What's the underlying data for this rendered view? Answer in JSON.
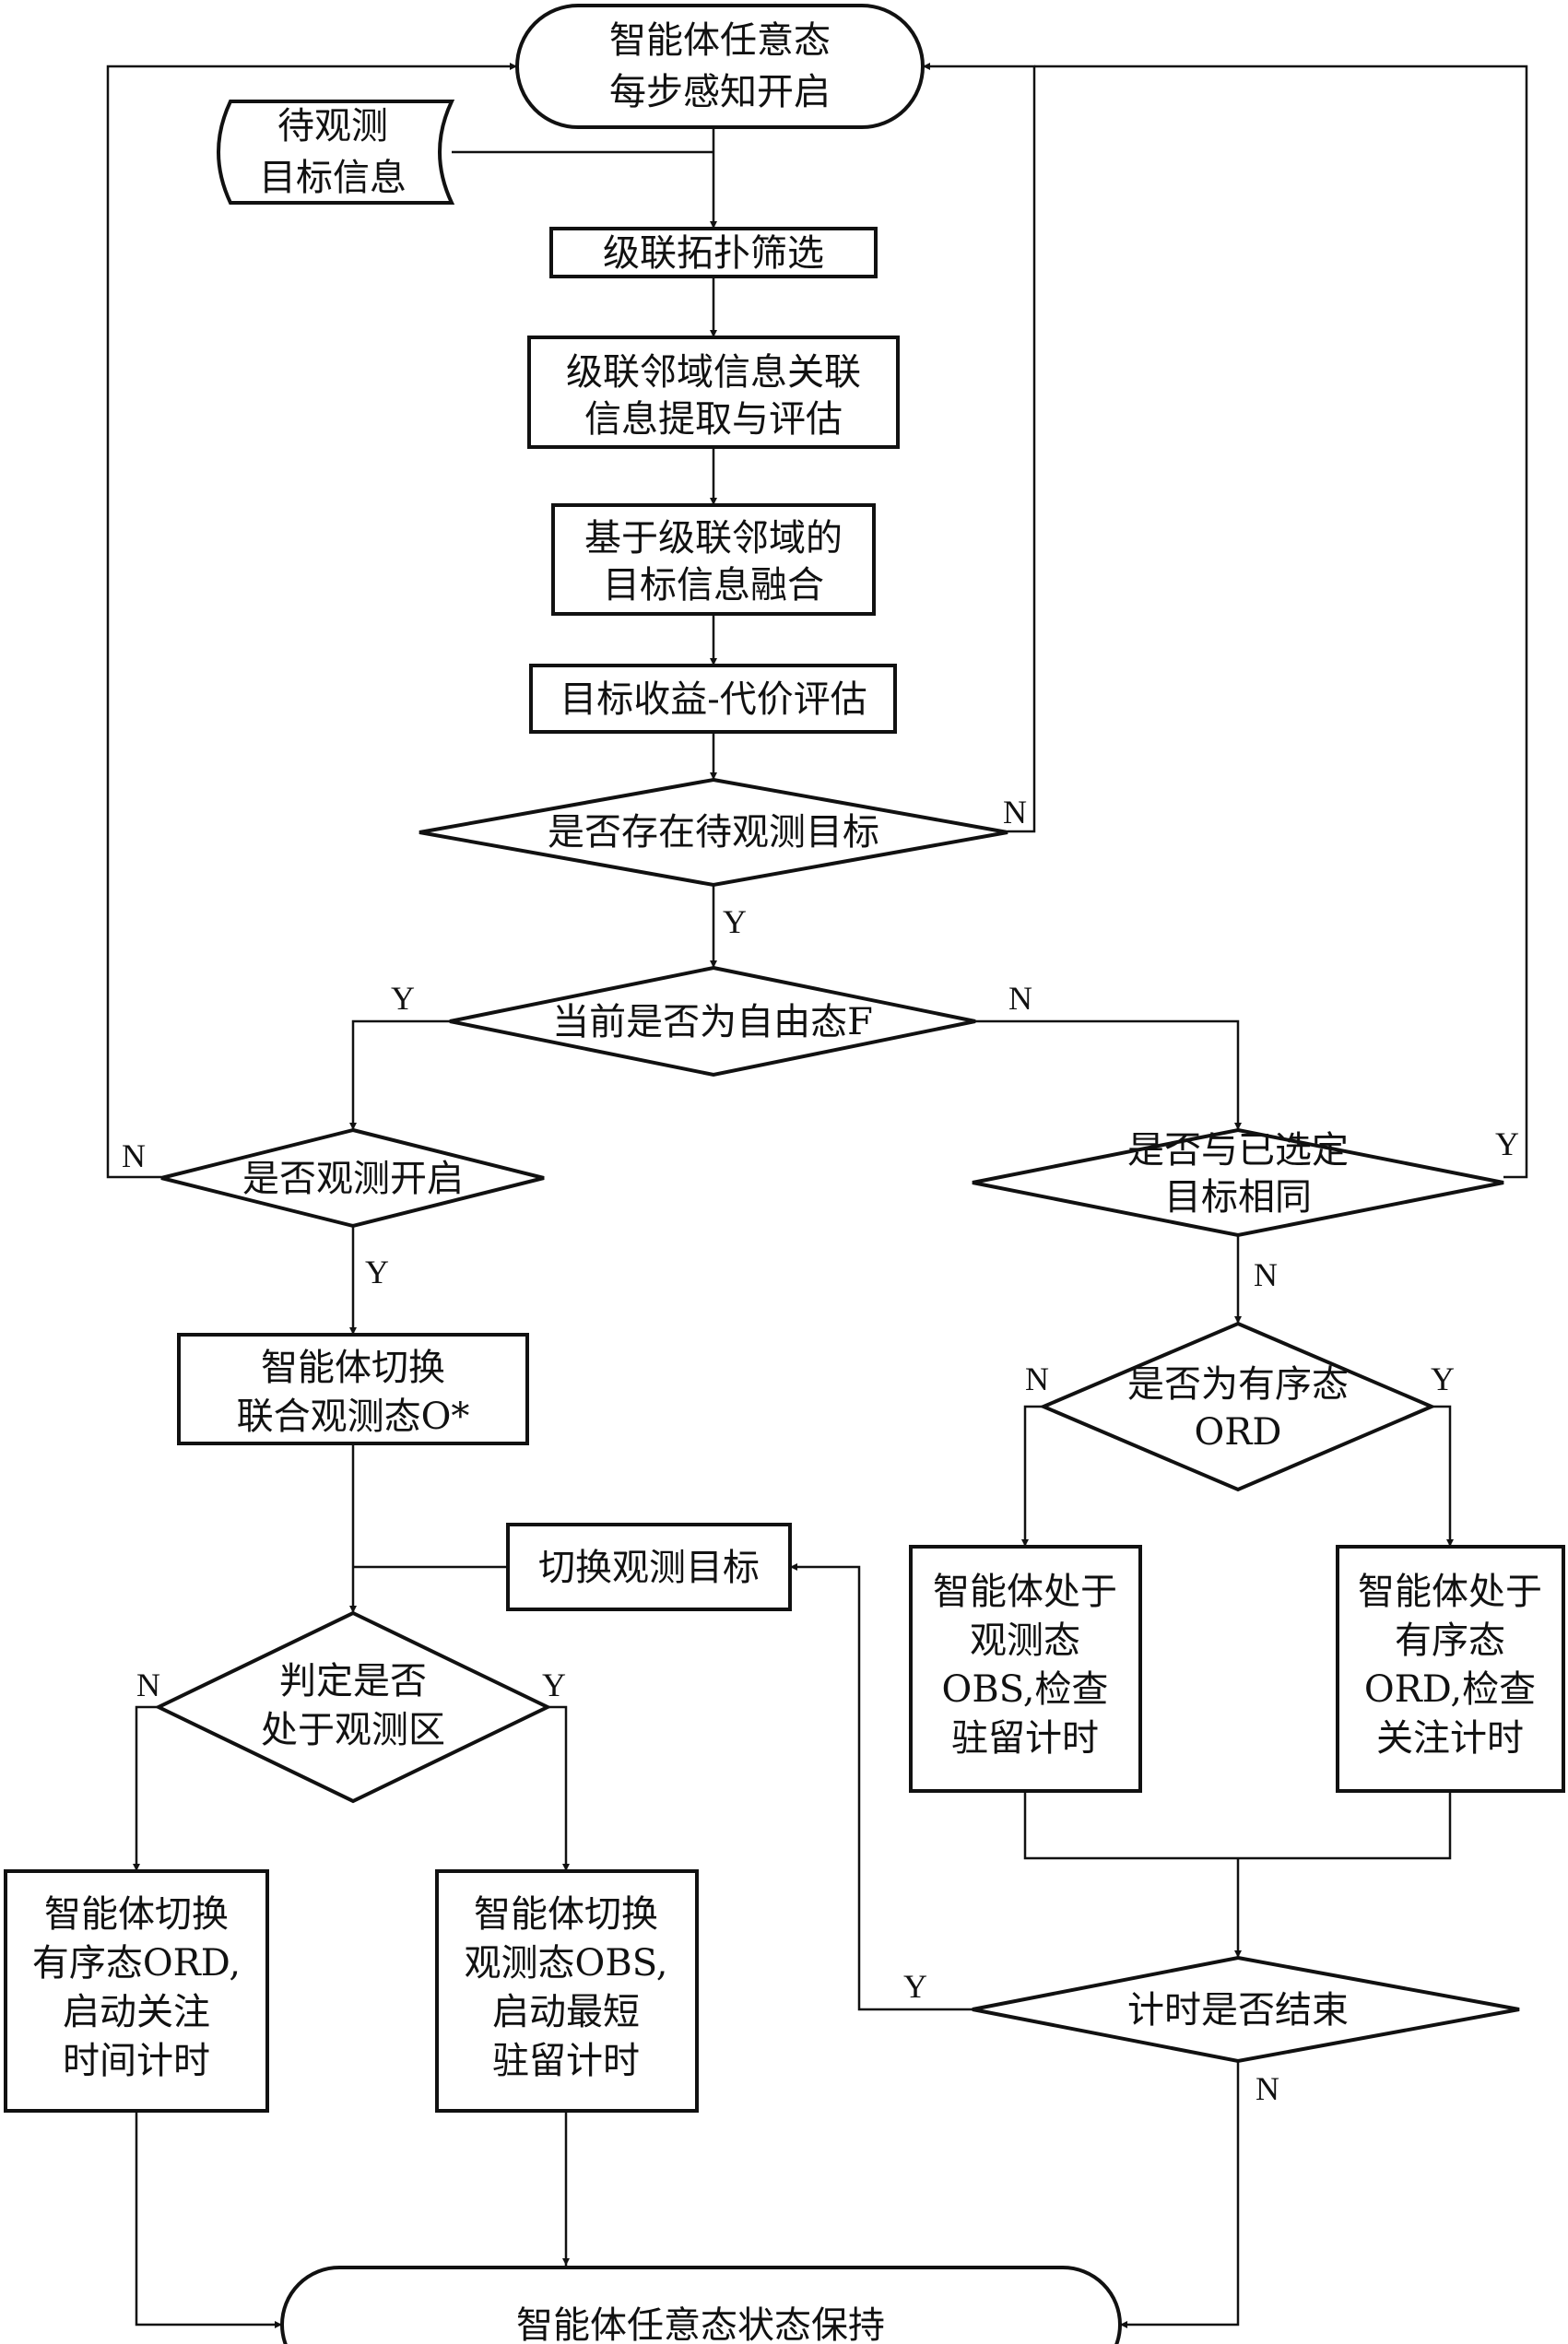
{
  "nodes": {
    "start": [
      "智能体任意态",
      "每步感知开启"
    ],
    "input": [
      "待观测",
      "目标信息"
    ],
    "filter": [
      "级联拓扑筛选"
    ],
    "extract": [
      "级联邻域信息关联",
      "信息提取与评估"
    ],
    "fusion": [
      "基于级联邻域的",
      "目标信息融合"
    ],
    "eval": [
      "目标收益-代价评估"
    ],
    "d_exist": [
      "是否存在待观测目标"
    ],
    "d_free": [
      "当前是否为自由态F"
    ],
    "d_obs_open": [
      "是否观测开启"
    ],
    "d_same": [
      "是否与已选定",
      "目标相同"
    ],
    "d_ordered": [
      "是否为有序态",
      "ORD"
    ],
    "switch_joint": [
      "智能体切换",
      "联合观测态O*"
    ],
    "switch_target": [
      "切换观测目标"
    ],
    "d_in_zone": [
      "判定是否",
      "处于观测区"
    ],
    "in_obs": [
      "智能体处于",
      "观测态",
      "OBS,检查",
      "驻留计时"
    ],
    "in_ord": [
      "智能体处于",
      "有序态",
      "ORD,检查",
      "关注计时"
    ],
    "switch_ord": [
      "智能体切换",
      "有序态ORD,",
      "启动关注",
      "时间计时"
    ],
    "switch_obs": [
      "智能体切换",
      "观测态OBS,",
      "启动最短",
      "驻留计时"
    ],
    "d_timer": [
      "计时是否结束"
    ],
    "end": [
      "智能体任意态状态保持"
    ]
  },
  "edge_labels": {
    "exist_n": "N",
    "exist_y": "Y",
    "free_y": "Y",
    "free_n": "N",
    "obs_open_n": "N",
    "obs_open_y": "Y",
    "same_y": "Y",
    "same_n": "N",
    "ordered_n": "N",
    "ordered_y": "Y",
    "zone_n": "N",
    "zone_y": "Y",
    "timer_y": "Y",
    "timer_n": "N"
  }
}
